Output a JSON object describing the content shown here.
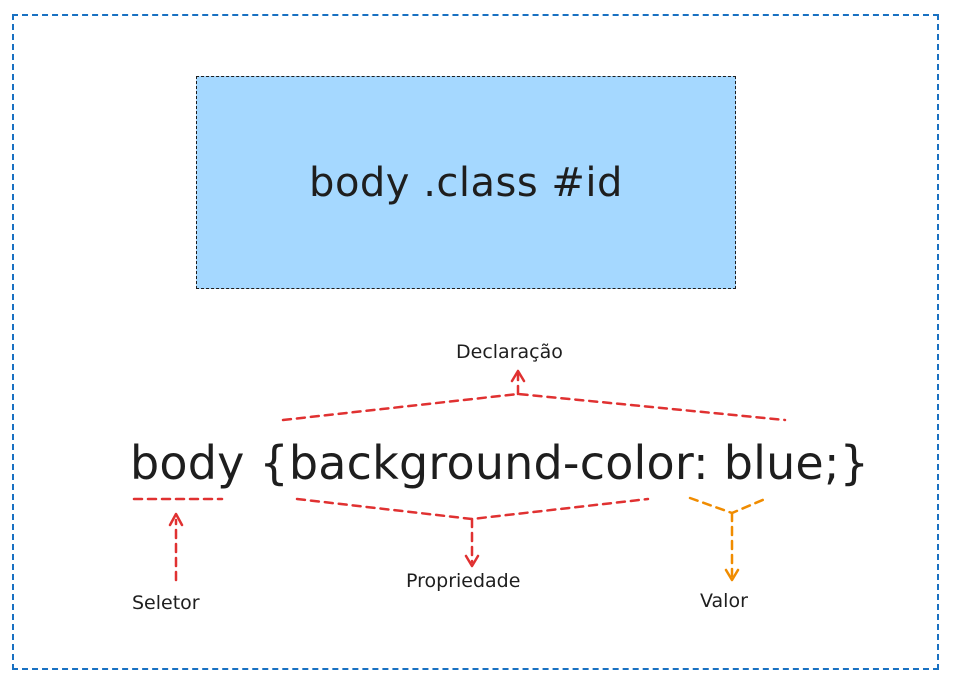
{
  "diagram": {
    "selector_box_text": "body .class #id",
    "css_rule_text": "body {background-color: blue;}",
    "labels": {
      "declaracao": "Declaração",
      "seletor": "Seletor",
      "propriedade": "Propriedade",
      "valor": "Valor"
    }
  },
  "colors": {
    "frame_border": "#1971c2",
    "box_fill": "#a5d8ff",
    "red_annotation": "#e03131",
    "orange_annotation": "#f08c00",
    "text": "#1e1e1e"
  }
}
